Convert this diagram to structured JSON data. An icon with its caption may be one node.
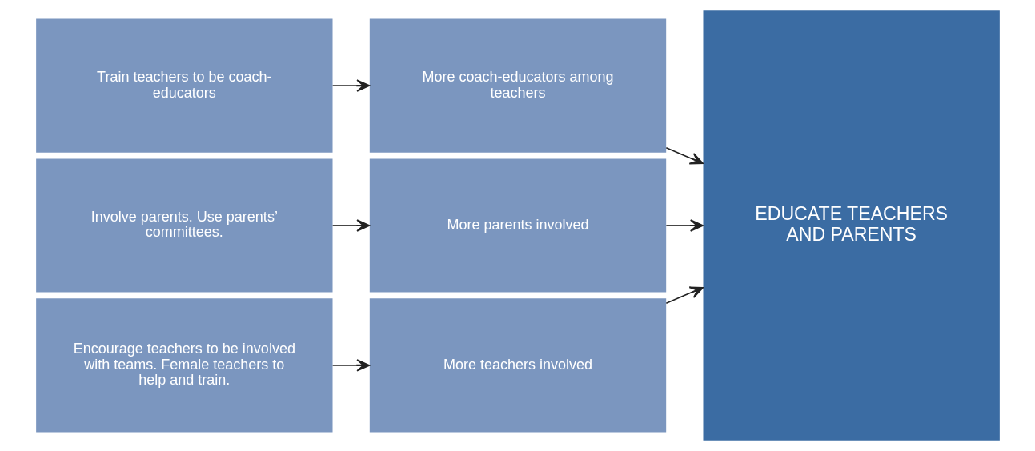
{
  "diagram": {
    "nodes": [
      {
        "text": [
          "Train teachers to be coach-educators"
        ]
      },
      {
        "text": [
          "More coach-educators among teachers"
        ]
      },
      {
        "text": [
          "Involve parents. Use parents’ committees."
        ]
      },
      {
        "text": [
          "More parents involved"
        ]
      },
      {
        "text": [
          "Encourage teachers to be involved with teams. Female teachers to help and train."
        ]
      },
      {
        "text": [
          "More teachers involved"
        ]
      },
      {
        "text": [
          "EDUCATE TEACHERS AND PARENTS"
        ]
      }
    ],
    "edges": [
      {
        "from": 0,
        "to": 1,
        "arrow": "to"
      },
      {
        "from": 1,
        "to": 6,
        "arrow": "to"
      },
      {
        "from": 2,
        "to": 3,
        "arrow": "to"
      },
      {
        "from": 3,
        "to": 6,
        "arrow": "to"
      },
      {
        "from": 4,
        "to": 5,
        "arrow": "to"
      },
      {
        "from": 5,
        "to": 6,
        "arrow": "to"
      }
    ]
  }
}
